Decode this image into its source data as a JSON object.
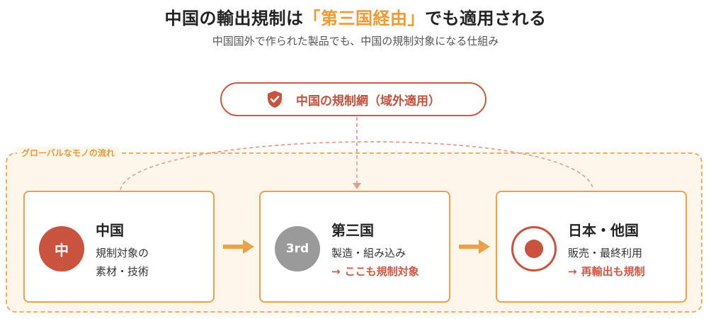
{
  "header": {
    "title_pre": "中国の輸出規制は",
    "title_highlight": "「第三国経由」",
    "title_post": "でも適用される",
    "subtitle": "中国国外で作られた製品でも、中国の規制対象になる仕組み"
  },
  "network": {
    "icon": "shield-check-icon",
    "label": "中国の規制網（域外適用）"
  },
  "flow_region": {
    "label": "グローバルなモノの流れ"
  },
  "nodes": [
    {
      "badge": "中",
      "name": "中国",
      "desc_lines": [
        "規制対象の",
        "素材・技術"
      ],
      "note": ""
    },
    {
      "badge": "3rd",
      "name": "第三国",
      "desc_lines": [
        "製造・組み込み"
      ],
      "note": "ここも規制対象"
    },
    {
      "badge": "",
      "badge_icon": "japan-flag-icon",
      "name": "日本・他国",
      "desc_lines": [
        "販売・最終利用"
      ],
      "note": "再輸出も規制"
    }
  ],
  "note_arrow": "→",
  "colors": {
    "accent_orange": "#eba148",
    "accent_red": "#c9533f",
    "badge_gray": "#9a9a9a",
    "region_fill": "#fef6ea"
  }
}
